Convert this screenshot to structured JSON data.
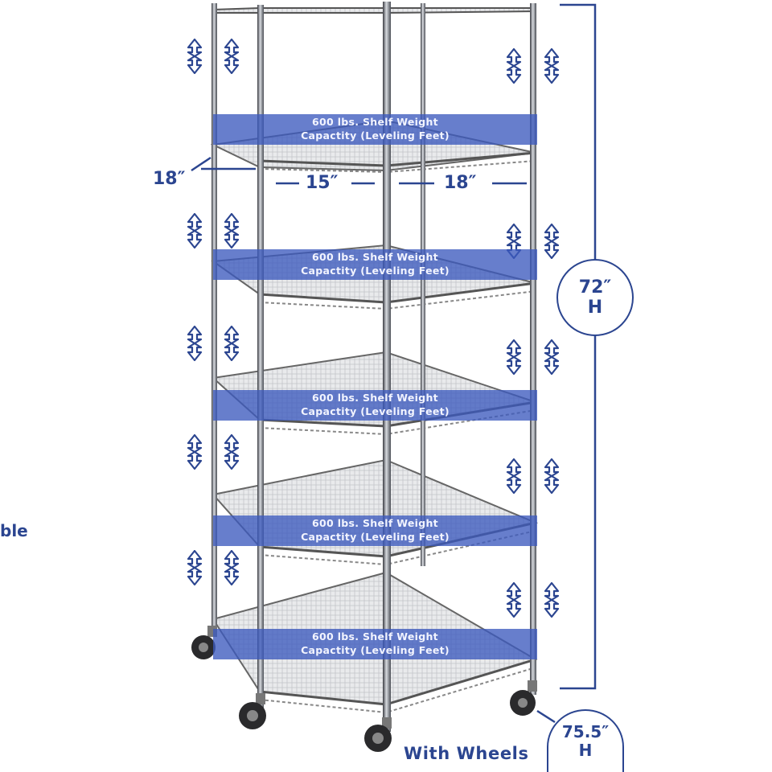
{
  "shelf_banner": {
    "line1": "600 lbs. Shelf Weight",
    "line2": "Capactity (Leveling Feet)"
  },
  "dimensions": {
    "depth_left": "18″",
    "width_front": "15″",
    "width_right": "18″",
    "height_value": "72″",
    "height_unit": "H",
    "wheels_height_value": "75.5″",
    "wheels_height_unit": "H",
    "wheels_label": "With Wheels",
    "side_partial_text": "ble"
  },
  "colors": {
    "accent": "#2b4590",
    "banner": "#3c5abe",
    "chrome": "#8a8d94"
  }
}
